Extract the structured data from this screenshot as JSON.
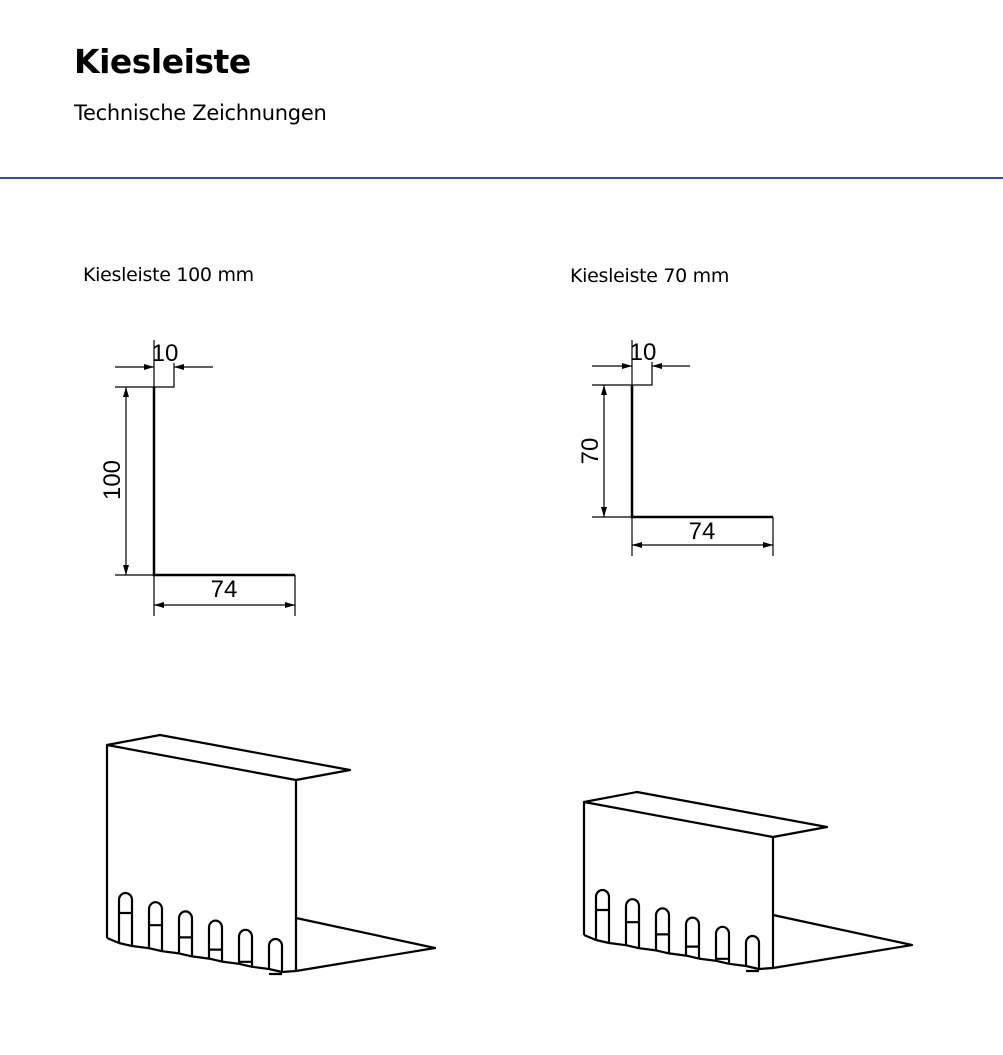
{
  "header": {
    "title": "Kiesleiste",
    "subtitle": "Technische Zeichnungen"
  },
  "drawings": [
    {
      "caption": "Kiesleiste 100 mm",
      "dim_top": "10",
      "dim_height": "100",
      "dim_width": "74"
    },
    {
      "caption": "Kiesleiste 70 mm",
      "dim_top": "10",
      "dim_height": "70",
      "dim_width": "74"
    }
  ]
}
